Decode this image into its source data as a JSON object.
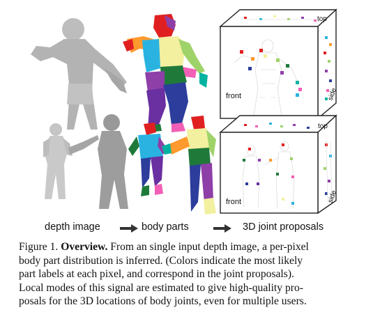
{
  "panels": {
    "labels": {
      "depth": "depth image",
      "parts": "body parts",
      "joints": "3D joint proposals"
    },
    "view_labels": {
      "front": "front",
      "side": "side",
      "top": "top"
    }
  },
  "caption": {
    "figure_label": "Figure 1.",
    "bold_title": "Overview.",
    "line1_rest": " From an single input depth image, a per-pixel",
    "line2": "body part distribution is inferred. (Colors indicate the most likely",
    "line3": "part labels at each pixel, and correspond in the joint proposals).",
    "line4": "Local modes of this signal are estimated to give high-quality pro-",
    "line5": "posals for the 3D locations of body joints, even for multiple users."
  },
  "colors": {
    "depth_gray": "#b8b8b8",
    "box_stroke": "#222222",
    "part_palette": [
      "#e02020",
      "#2c3d9c",
      "#9fd36a",
      "#f3f0a0",
      "#8e3fa8",
      "#ff9a2e",
      "#2ab3e0",
      "#1f7a3a",
      "#f25fb6",
      "#00b3a0"
    ]
  }
}
